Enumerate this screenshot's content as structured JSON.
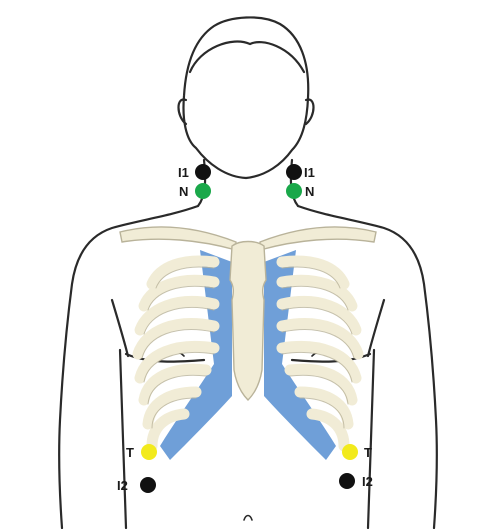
{
  "diagram": {
    "electrodes": [
      {
        "id": "i1-left",
        "label": "I1",
        "color": "#111111"
      },
      {
        "id": "n-left",
        "label": "N",
        "color": "#1aa84a"
      },
      {
        "id": "i1-right",
        "label": "I1",
        "color": "#111111"
      },
      {
        "id": "n-right",
        "label": "N",
        "color": "#1aa84a"
      },
      {
        "id": "t-left",
        "label": "T",
        "color": "#f2ea1c"
      },
      {
        "id": "i2-left",
        "label": "I2",
        "color": "#111111"
      },
      {
        "id": "t-right",
        "label": "T",
        "color": "#f2ea1c"
      },
      {
        "id": "i2-right",
        "label": "I2",
        "color": "#111111"
      }
    ],
    "colors": {
      "outline": "#2a2a2a",
      "bone": "#f1ecd6",
      "bone_edge": "#b9b39a",
      "cartilage": "#6f9fd8"
    }
  }
}
